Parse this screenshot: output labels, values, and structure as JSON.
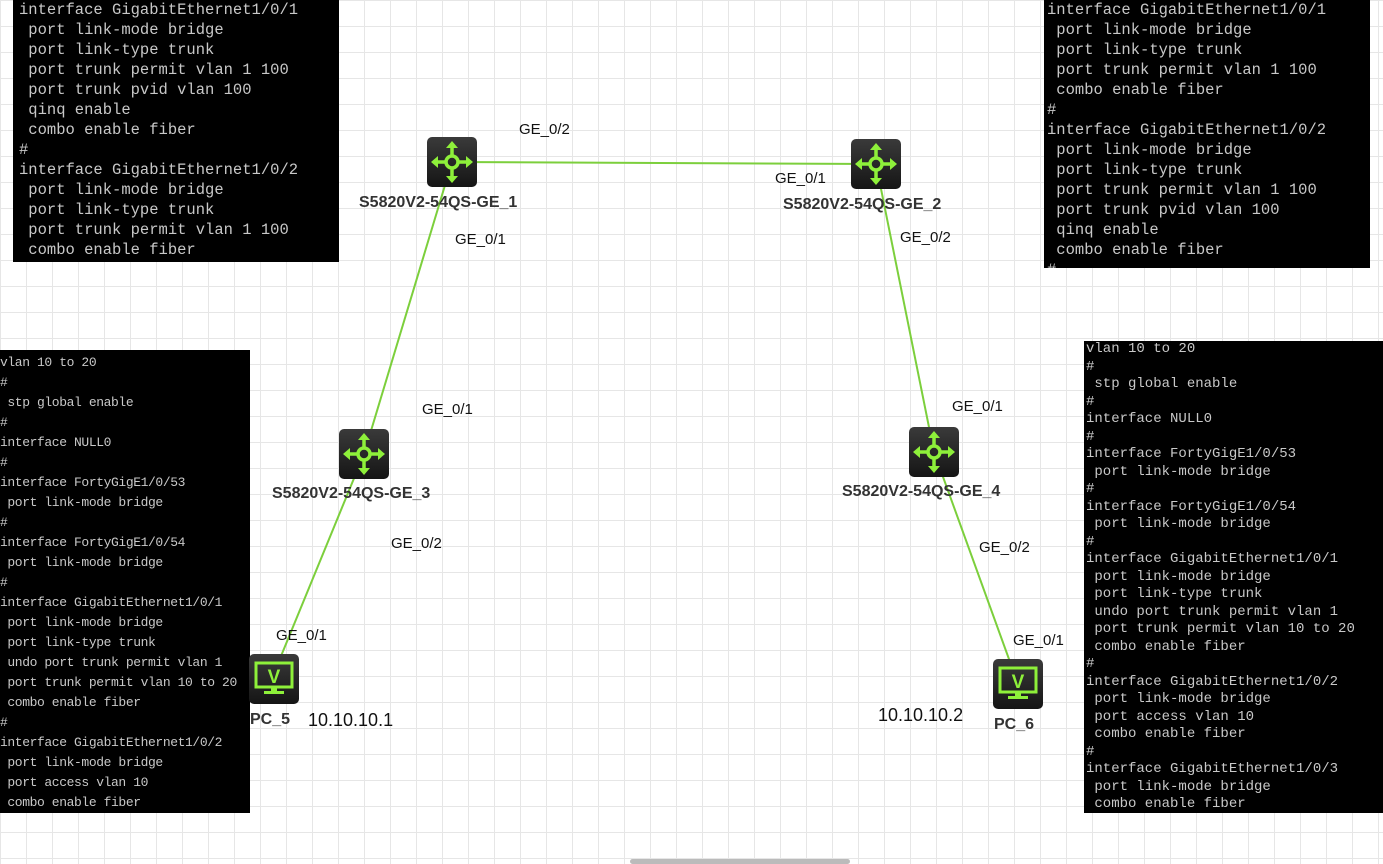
{
  "colors": {
    "link": "#7ccf3c",
    "icon": "#8ef03a",
    "terminal_bg": "#000000",
    "terminal_text": "#c8c8c8"
  },
  "devices": {
    "sw1": {
      "name": "S5820V2-54QS-GE_1",
      "icon": "switch-icon"
    },
    "sw2": {
      "name": "S5820V2-54QS-GE_2",
      "icon": "switch-icon"
    },
    "sw3": {
      "name": "S5820V2-54QS-GE_3",
      "icon": "switch-icon"
    },
    "sw4": {
      "name": "S5820V2-54QS-GE_4",
      "icon": "switch-icon"
    },
    "pc5": {
      "name": "PC_5",
      "ip": "10.10.10.1",
      "icon": "pc-monitor-icon"
    },
    "pc6": {
      "name": "PC_6",
      "ip": "10.10.10.2",
      "icon": "pc-monitor-icon"
    }
  },
  "port_labels": {
    "sw1_ge02": "GE_0/2",
    "sw2_ge01": "GE_0/1",
    "sw1_ge01": "GE_0/1",
    "sw2_ge02": "GE_0/2",
    "sw3_ge01": "GE_0/1",
    "sw3_ge02": "GE_0/2",
    "sw4_ge01": "GE_0/1",
    "sw4_ge02": "GE_0/2",
    "pc5_ge01": "GE_0/1",
    "pc6_ge01": "GE_0/1"
  },
  "terminals": {
    "top_left": [
      "interface GigabitEthernet1/0/1",
      " port link-mode bridge",
      " port link-type trunk",
      " port trunk permit vlan 1 100",
      " port trunk pvid vlan 100",
      " qinq enable",
      " combo enable fiber",
      "#",
      "interface GigabitEthernet1/0/2",
      " port link-mode bridge",
      " port link-type trunk",
      " port trunk permit vlan 1 100",
      " combo enable fiber"
    ],
    "top_right": [
      "interface GigabitEthernet1/0/1",
      " port link-mode bridge",
      " port link-type trunk",
      " port trunk permit vlan 1 100",
      " combo enable fiber",
      "#",
      "interface GigabitEthernet1/0/2",
      " port link-mode bridge",
      " port link-type trunk",
      " port trunk permit vlan 1 100",
      " port trunk pvid vlan 100",
      " qinq enable",
      " combo enable fiber",
      "#"
    ],
    "bottom_left": [
      "vlan 10 to 20",
      "#",
      " stp global enable",
      "#",
      "interface NULL0",
      "#",
      "interface FortyGigE1/0/53",
      " port link-mode bridge",
      "#",
      "interface FortyGigE1/0/54",
      " port link-mode bridge",
      "#",
      "interface GigabitEthernet1/0/1",
      " port link-mode bridge",
      " port link-type trunk",
      " undo port trunk permit vlan 1",
      " port trunk permit vlan 10 to 20",
      " combo enable fiber",
      "#",
      "interface GigabitEthernet1/0/2",
      " port link-mode bridge",
      " port access vlan 10",
      " combo enable fiber"
    ],
    "bottom_right": [
      "vlan 10 to 20",
      "#",
      " stp global enable",
      "#",
      "interface NULL0",
      "#",
      "interface FortyGigE1/0/53",
      " port link-mode bridge",
      "#",
      "interface FortyGigE1/0/54",
      " port link-mode bridge",
      "#",
      "interface GigabitEthernet1/0/1",
      " port link-mode bridge",
      " port link-type trunk",
      " undo port trunk permit vlan 1",
      " port trunk permit vlan 10 to 20",
      " combo enable fiber",
      "#",
      "interface GigabitEthernet1/0/2",
      " port link-mode bridge",
      " port access vlan 10",
      " combo enable fiber",
      "#",
      "interface GigabitEthernet1/0/3",
      " port link-mode bridge",
      " combo enable fiber"
    ]
  }
}
